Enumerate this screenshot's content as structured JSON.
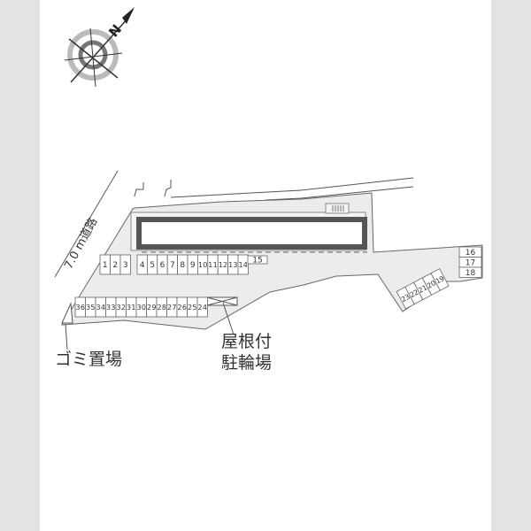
{
  "map": {
    "road_label": "7.0 m道路",
    "garbage_label": "ゴミ置場",
    "bike_label_line1": "屋根付",
    "bike_label_line2": "駐輪場",
    "compass_label": "N",
    "parking": {
      "row_a": [
        "1",
        "2",
        "3"
      ],
      "row_b": [
        "4",
        "5",
        "6",
        "7",
        "8",
        "9",
        "10",
        "11",
        "12",
        "13",
        "14"
      ],
      "spot_15": "15",
      "row_c": [
        "36",
        "35",
        "34",
        "33",
        "32",
        "31",
        "30",
        "29",
        "28",
        "27",
        "26",
        "25",
        "24"
      ],
      "row_d": [
        "16",
        "17",
        "18"
      ],
      "row_e": [
        "23",
        "22",
        "21",
        "20",
        "19"
      ]
    }
  }
}
